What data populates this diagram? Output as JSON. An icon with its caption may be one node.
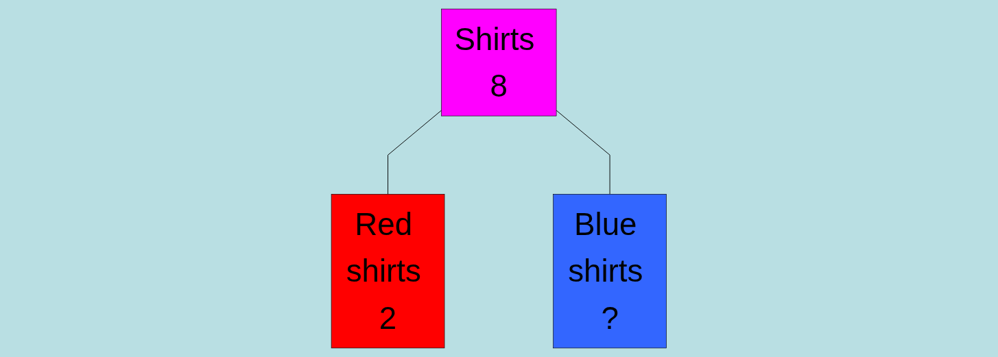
{
  "diagram": {
    "nodes": [
      {
        "text": [
          "Shirts 8"
        ]
      },
      {
        "text": [
          "Red shirts 2"
        ]
      },
      {
        "text": [
          "Blue shirts ?"
        ]
      }
    ],
    "edges": [
      {
        "from": 0,
        "to": 1,
        "arrow": "none"
      },
      {
        "from": 0,
        "to": 2,
        "arrow": "none"
      }
    ]
  }
}
